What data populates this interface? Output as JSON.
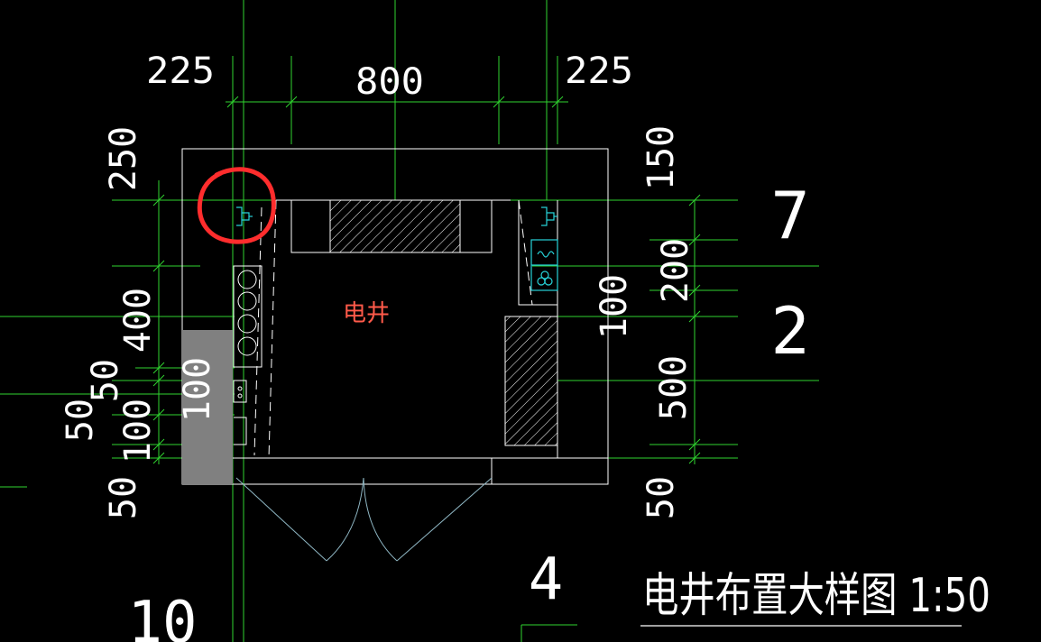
{
  "drawing": {
    "title": "电井布置大样图 1:50",
    "room_label": "电井",
    "colors": {
      "background": "#000000",
      "dimension_lines": "#2fd32f",
      "walls": "#ffffff",
      "equipment": "#27d3d8",
      "room_label": "#ff5a4a",
      "annotation_circle": "#ff2d2d",
      "filled_panel": "#808080"
    },
    "top_dimensions": {
      "left": "225",
      "middle": "800",
      "right": "225"
    },
    "left_dimensions": {
      "top": "250",
      "upper": "400",
      "mid_a": "50",
      "mid_b": "50",
      "mid_c": "100",
      "bottom": "50",
      "panel": "100"
    },
    "right_dimensions": {
      "top": "150",
      "upper": "200",
      "lower": "500",
      "bottom": "50",
      "inner": "100"
    },
    "grid_labels": {
      "axis_7": "7",
      "axis_2": "2",
      "axis_4": "4",
      "axis_10": "10"
    },
    "annotation": "red circle highlighting wall-mounted socket at upper left"
  }
}
